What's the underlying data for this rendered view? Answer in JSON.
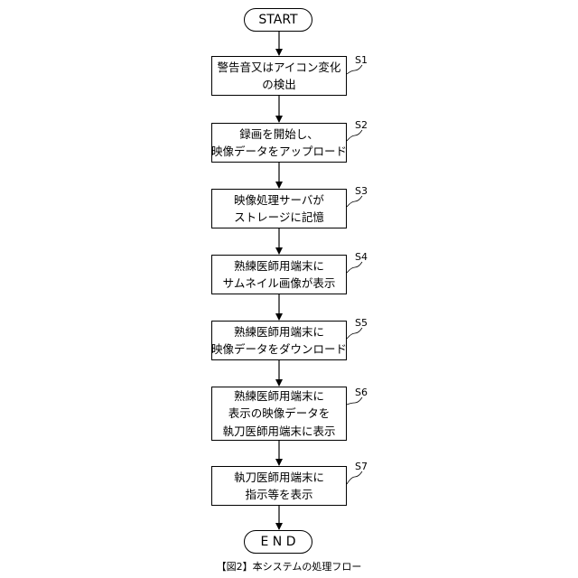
{
  "start_label": "START",
  "end_label": "E N D",
  "steps": [
    {
      "id": "S1",
      "lines": [
        "警告音又はアイコン変化",
        "の検出"
      ]
    },
    {
      "id": "S2",
      "lines": [
        "録画を開始し、",
        "映像データをアップロード"
      ]
    },
    {
      "id": "S3",
      "lines": [
        "映像処理サーバが",
        "ストレージに記憶"
      ]
    },
    {
      "id": "S4",
      "lines": [
        "熟練医師用端末に",
        "サムネイル画像が表示"
      ]
    },
    {
      "id": "S5",
      "lines": [
        "熟練医師用端末に",
        "映像データをダウンロード"
      ]
    },
    {
      "id": "S6",
      "lines": [
        "熟練医師用端末に",
        "表示の映像データを",
        "執刀医師用端末に表示"
      ]
    },
    {
      "id": "S7",
      "lines": [
        "執刀医師用端末に",
        "指示等を表示"
      ]
    }
  ],
  "caption": "【図2】本システムの処理フロー"
}
